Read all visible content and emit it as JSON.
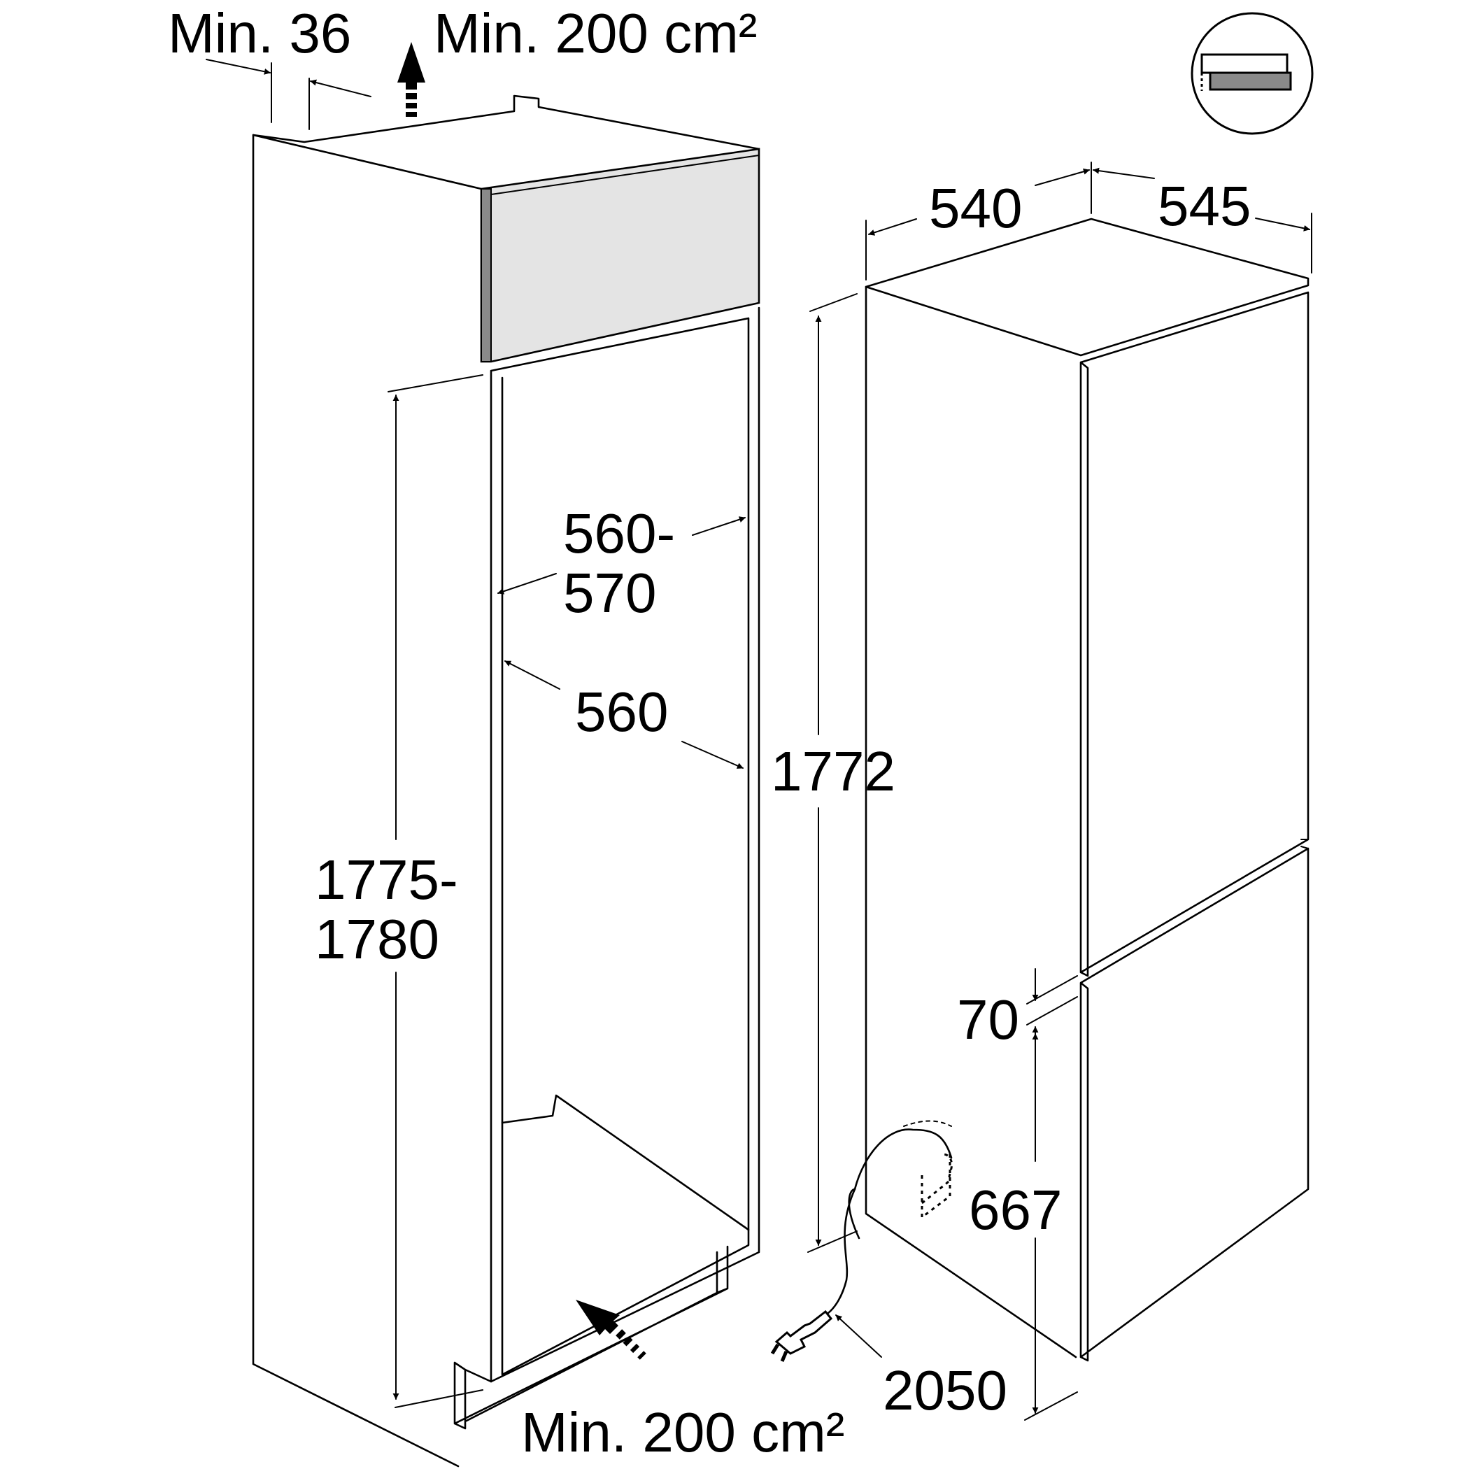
{
  "labels": {
    "min_36": "Min. 36",
    "vent_top": "Min. 200 cm²",
    "vent_bottom": "Min. 200 cm²",
    "width_560_570_a": "560-",
    "width_560_570_b": "570",
    "depth_560": "560",
    "height_1775_a": "1775-",
    "height_1775_b": "1780",
    "appliance_width": "540",
    "appliance_depth": "545",
    "appliance_height": "1772",
    "door_gap": "70",
    "lower_door": "667",
    "cable_length": "2050"
  },
  "icons": {
    "door_type": "fixed-door-icon",
    "vent_arrow": "arrow-up-icon",
    "plug": "power-plug-icon"
  },
  "colors": {
    "line": "#000000",
    "panel_fill": "#e4e4e4",
    "panel_edge": "#8a8a8a"
  }
}
